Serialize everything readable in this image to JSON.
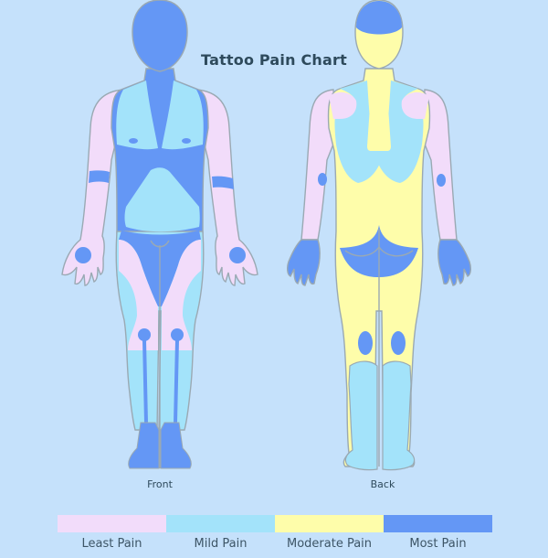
{
  "title": "Tattoo Pain Chart",
  "views": {
    "front": "Front",
    "back": "Back"
  },
  "colors": {
    "background": "#c5e1fb",
    "least": "#f2dcfa",
    "mild": "#a3e3fa",
    "moderate": "#fefdaa",
    "most": "#6497f5",
    "outline": "#9aa9b3"
  },
  "legend": [
    {
      "label": "Least Pain",
      "color": "#f2dcfa"
    },
    {
      "label": "Mild Pain",
      "color": "#a3e3fa"
    },
    {
      "label": "Moderate Pain",
      "color": "#fefdaa"
    },
    {
      "label": "Most Pain",
      "color": "#6497f5"
    }
  ],
  "regions": {
    "front": {
      "head": "Most Pain",
      "neck_sternum": "Most Pain",
      "chest": "Mild Pain",
      "nipples": "Most Pain",
      "ribs": "Most Pain",
      "stomach": "Mild Pain",
      "hips_groin": "Most Pain",
      "upper_arms": "Least Pain",
      "elbow_inner": "Most Pain",
      "forearms": "Least Pain",
      "palms": "Most Pain",
      "hands": "Least Pain",
      "outer_thighs": "Mild Pain",
      "inner_thighs": "Least Pain",
      "knees": "Most Pain",
      "shins": "Mild Pain",
      "shin_bones": "Most Pain",
      "feet": "Most Pain"
    },
    "back": {
      "skull": "Most Pain",
      "back_of_head_neck": "Moderate Pain",
      "spine": "Moderate Pain",
      "shoulder_blades": "Mild Pain",
      "shoulders_upper_arms": "Least Pain",
      "elbows": "Most Pain",
      "lower_back": "Moderate Pain",
      "buttocks": "Most Pain",
      "hands": "Most Pain",
      "hamstrings": "Moderate Pain",
      "back_of_knees": "Most Pain",
      "calves": "Mild Pain",
      "heels": "Mild Pain"
    }
  }
}
